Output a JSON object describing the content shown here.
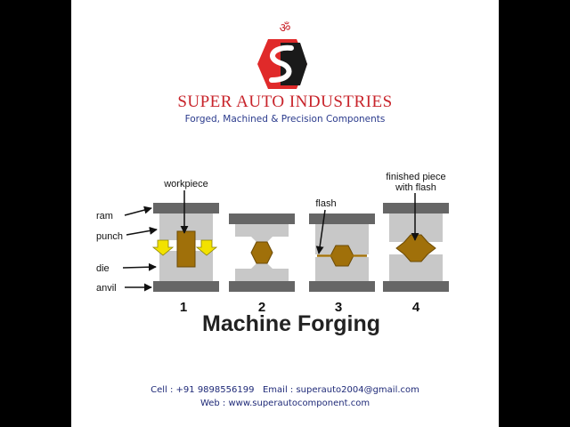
{
  "header": {
    "om_symbol": "ॐ",
    "company_name": "SUPER AUTO INDUSTRIES",
    "tagline": "Forged, Machined & Precision Components"
  },
  "diagram": {
    "title": "Machine Forging",
    "labels": {
      "ram": "ram",
      "punch": "punch",
      "die": "die",
      "anvil": "anvil",
      "workpiece": "workpiece",
      "flash": "flash",
      "finished_line1": "finished piece",
      "finished_line2": "with flash"
    },
    "steps": [
      "1",
      "2",
      "3",
      "4"
    ]
  },
  "contact": {
    "cell_label": "Cell :",
    "cell_value": "+91 9898556199",
    "email_label": "Email :",
    "email_value": "superauto2004@gmail.com",
    "web_label": "Web :",
    "web_value": "www.superautocomponent.com"
  },
  "colors": {
    "brand_red": "#c8242b",
    "brand_blue": "#2a3a8c",
    "plate_grey": "#666666",
    "die_grey": "#c8c8c8",
    "metal_brown": "#a0700a",
    "arrow_yellow": "#f2e200"
  }
}
